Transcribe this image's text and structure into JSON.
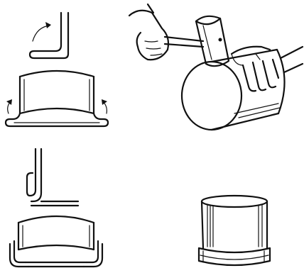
{
  "figure": {
    "panels": [
      {
        "id": "a",
        "subject": "seam-fold-profile-and-flanged-body"
      },
      {
        "id": "b",
        "subject": "hammer-closing-seam-on-cylinder"
      },
      {
        "id": "c",
        "subject": "locked-seam-profile-and-body"
      },
      {
        "id": "d",
        "subject": "finished-cylinder-with-seamed-bottom"
      }
    ]
  }
}
